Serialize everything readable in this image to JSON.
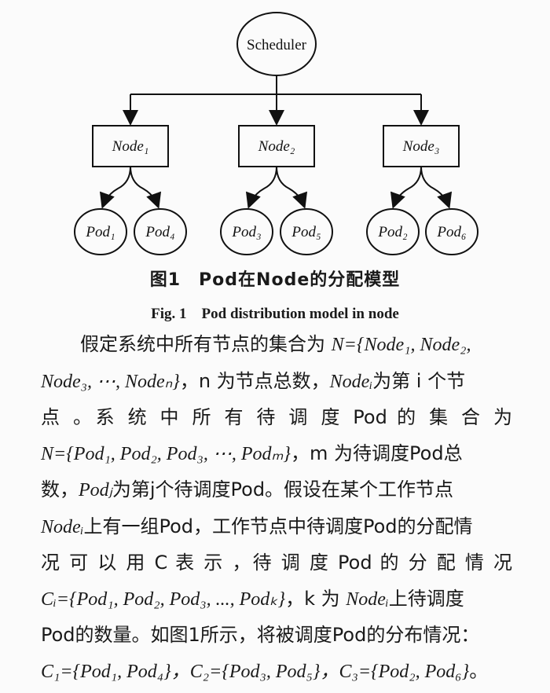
{
  "diagram": {
    "root": "Scheduler",
    "node_labels": [
      "Node₁",
      "Node₂",
      "Node₃"
    ],
    "pod_labels": [
      "Pod₁",
      "Pod₄",
      "Pod₃",
      "Pod₅",
      "Pod₂",
      "Pod₆"
    ]
  },
  "caption_cn": "图1　Pod在Node的分配模型",
  "caption_en": "Fig. 1　Pod distribution model in node",
  "paragraph": {
    "l1a": "假定系统中所有节点的集合为",
    "l1b": "N={Node₁, Node₂,",
    "l2a": "Node₃, ⋯, Nodeₙ}",
    "l2b": "，n 为节点总数，",
    "l2c": "Nodeᵢ",
    "l2d": "为第 i 个节",
    "l3": "点 。系 统 中 所 有 待 调 度 Pod 的 集 合 为",
    "l4a": "N={Pod₁, Pod₂, Pod₃, ⋯, Podₘ}",
    "l4b": "，m 为待调度Pod总",
    "l5a": "数，",
    "l5b": "Podⱼ",
    "l5c": "为第j个待调度Pod。假设在某个工作节点",
    "l6a": "Nodeᵢ",
    "l6b": "上有一组Pod，工作节点中待调度Pod的分配情",
    "l7": "况 可 以 用 C 表 示 ，待 调 度 Pod 的 分 配 情 况",
    "l8a": "Cᵢ={Pod₁, Pod₂, Pod₃, ..., Podₖ}",
    "l8b": "，k 为",
    "l8c": "Nodeᵢ",
    "l8d": "上待调度",
    "l9": "Pod的数量。如图1所示，将被调度Pod的分布情况：",
    "l10a": "C₁={Pod₁, Pod₄}，C₂={Pod₃, Pod₅}，C₃={Pod₂, Pod₆}",
    "l10b": "。"
  }
}
